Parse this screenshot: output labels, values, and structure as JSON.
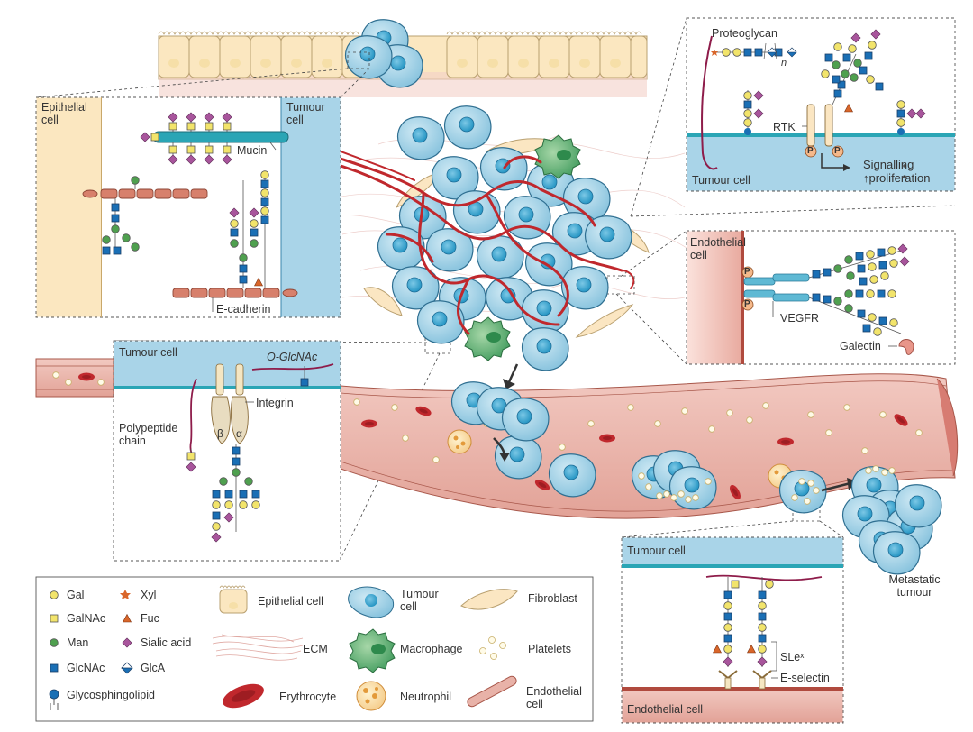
{
  "colors": {
    "gal": "#f2e46b",
    "galnac": "#f2e46b",
    "man": "#4fa04f",
    "glcnac": "#1a6fb5",
    "sialic": "#a8559c",
    "fuc": "#d9662a",
    "xyl": "#d9662a",
    "tumour_fill": "#a9d4e8",
    "tumour_nucleus": "#3aa3cc",
    "vessel": "#e8b2a8",
    "epithelial": "#fbe7c0",
    "erythrocyte": "#c0282d"
  },
  "labels": {
    "epithelial_cell": "Epithelial cell",
    "tumour_cell_tl": "Tumour cell",
    "mucin": "Mucin",
    "e_cadherin": "E-cadherin",
    "proteoglycan": "Proteoglycan",
    "n": "n",
    "rtk": "RTK",
    "tumour_cell_tr": "Tumour cell",
    "signalling": "Signalling",
    "proliferation": "↑proliferation",
    "endothelial_cell_r": "Endothelial cell",
    "vegfr": "VEGFR",
    "galectin": "Galectin",
    "tumour_cell_ml": "Tumour cell",
    "o_glcnac": "O-GlcNAc",
    "integrin": "Integrin",
    "polypeptide_chain": "Polypeptide chain",
    "beta": "β",
    "alpha": "α",
    "tumour_cell_br": "Tumour cell",
    "slex": "SLeˣ",
    "e_selectin": "E-selectin",
    "endothelial_cell_br": "Endothelial cell",
    "metastatic_tumour": "Metastatic tumour",
    "phos": "P"
  },
  "legend": {
    "gal": "Gal",
    "galnac": "GalNAc",
    "man": "Man",
    "glcnac": "GlcNAc",
    "glycosphingolipid": "Glycosphingolipid",
    "xyl": "Xyl",
    "fuc": "Fuc",
    "sialic_acid": "Sialic acid",
    "glca": "GlcA",
    "epithelial_cell": "Epithelial cell",
    "ecm": "ECM",
    "erythrocyte": "Erythrocyte",
    "tumour_cell": "Tumour cell",
    "macrophage": "Macrophage",
    "neutrophil": "Neutrophil",
    "fibroblast": "Fibroblast",
    "platelets": "Platelets",
    "endothelial_cell": "Endothelial cell"
  }
}
